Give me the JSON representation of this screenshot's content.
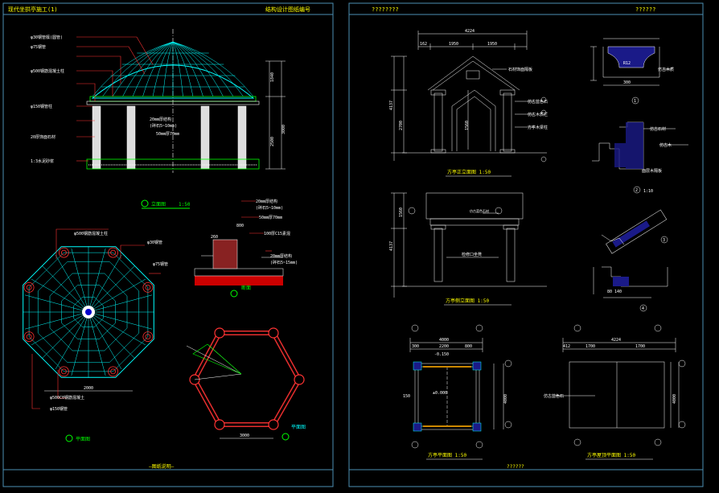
{
  "sheet_left": {
    "header_left": "现代坐拱亭施工(1)",
    "header_right": "结构设计图纸编号",
    "elevation_title": "立面图",
    "elevation_scale": "1:50",
    "plan_title": "平面图",
    "base_plan_title": "平面图",
    "section_title": "断面",
    "footer": "—图纸说明—",
    "labels_elev_left": [
      "φ30钢管檩(圆管)",
      "φ75钢管",
      "φ500钢筋混凝土柱",
      "φ150钢管柱",
      "20厚饰面石材",
      "1:3水泥砂浆"
    ],
    "labels_elev_center": [
      "20mm厚结构",
      "(碎石5~10mm)",
      "50mm厚70mm"
    ],
    "labels_section": [
      "20mm厚结构",
      "(碎石5~10mm)",
      "50mm厚70mm",
      "100厚C15素混",
      "20mm厚结构",
      "(碎石5~15mm)"
    ],
    "labels_plan_left": [
      "φ500钢筋混凝土柱",
      "φ30钢管",
      "φ75钢管",
      "φ500C0钢筋混凝土",
      "φ150钢管"
    ],
    "dims": {
      "rise": "1840",
      "height": "3000",
      "col": "2500",
      "sec_a": "260",
      "sec_b": "800",
      "plan": "2000",
      "hex": "3000",
      "gap": "150"
    }
  },
  "sheet_right": {
    "header_left": "????????",
    "header_right": "??????",
    "front_title": "方亭正立面图 1:50",
    "side_title": "方亭侧立面图 1:50",
    "plan_title": "方亭平面图 1:50",
    "roof_title": "方亭屋顶平面图 1:50",
    "footer": "??????",
    "detail_scale": "1:10",
    "labels": [
      "石材饰面隔板",
      "仿古蓝色石",
      "仿古木质栏",
      "方亭木梁柱",
      "检修口坐凳",
      "仿古蓝色石材",
      "仿古木质",
      "仿古石材",
      "仿古木",
      "面层木隔板"
    ],
    "dims": {
      "w": "4224",
      "a": "1950",
      "b": "1950",
      "c": "162",
      "h1": "4137",
      "h2": "2700",
      "h3": "1560",
      "p1": "4000",
      "p2": "2200",
      "p3": "800",
      "p4": "300",
      "r1": "1700",
      "r2": "1700",
      "r3": "412",
      "elev": "±0.000",
      "elev2": "-0.150"
    },
    "detail_labels": [
      "1",
      "2",
      "3",
      "4"
    ]
  },
  "colors": {
    "bg": "#000000",
    "frame": "#4d8fb3",
    "yellow": "#ffff00",
    "cyan": "#00ffff",
    "green": "#00ff00",
    "red": "#ff3333",
    "white": "#ffffff"
  }
}
